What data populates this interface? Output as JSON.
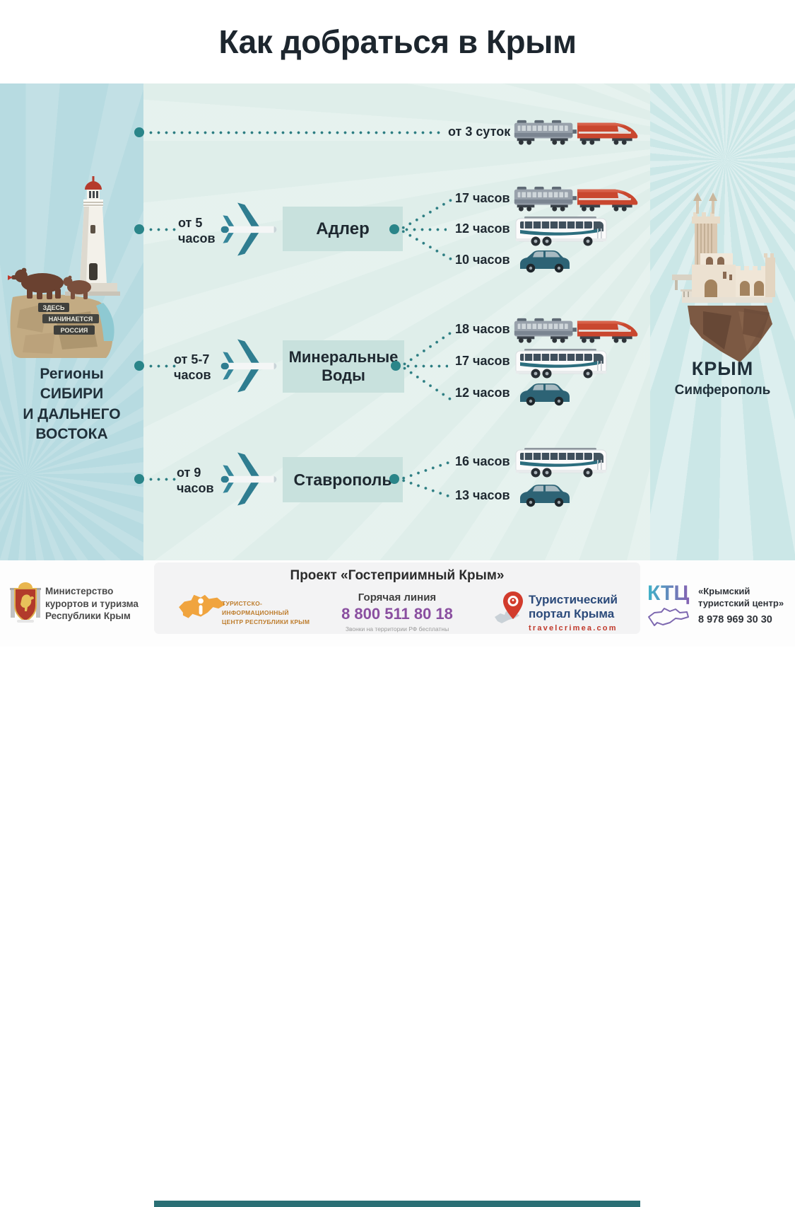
{
  "title": "Как добраться в Крым",
  "origin": {
    "lines": [
      "Регионы",
      "СИБИРИ",
      "И ДАЛЬНЕГО",
      "ВОСТОКА"
    ],
    "monument_sign": [
      "ЗДЕСЬ",
      "НАЧИНАЕТСЯ",
      "РОССИЯ"
    ]
  },
  "destination": {
    "region": "КРЫМ",
    "city": "Симферополь"
  },
  "direct_route": {
    "mode": "train",
    "duration": "от 3 суток"
  },
  "hubs": [
    {
      "city": "Адлер",
      "flight_lines": [
        "от 5",
        "часов"
      ],
      "legs": [
        {
          "mode": "train",
          "duration": "17 часов"
        },
        {
          "mode": "bus",
          "duration": "12 часов"
        },
        {
          "mode": "car",
          "duration": "10 часов"
        }
      ]
    },
    {
      "city": "Минеральные Воды",
      "city_lines": [
        "Минеральные",
        "Воды"
      ],
      "flight_lines": [
        "от 5-7",
        "часов"
      ],
      "legs": [
        {
          "mode": "train",
          "duration": "18 часов"
        },
        {
          "mode": "bus",
          "duration": "17 часов"
        },
        {
          "mode": "car",
          "duration": "12 часов"
        }
      ]
    },
    {
      "city": "Ставрополь",
      "flight_lines": [
        "от 9",
        "часов"
      ],
      "legs": [
        {
          "mode": "bus",
          "duration": "16 часов"
        },
        {
          "mode": "car",
          "duration": "13 часов"
        }
      ]
    }
  ],
  "footer": {
    "ministry": {
      "lines": [
        "Министерство",
        "курортов и туризма",
        "Республики Крым"
      ]
    },
    "project_title": "Проект «Гостеприимный Крым»",
    "tic": {
      "lines": [
        "ТУРИСТСКО-",
        "ИНФОРМАЦИОННЫЙ",
        "ЦЕНТР РЕСПУБЛИКИ КРЫМ"
      ]
    },
    "hotline": {
      "label": "Горячая линия",
      "phone": "8 800 511 80 18",
      "note": "Звонки на территории РФ бесплатны"
    },
    "portal": {
      "lines": [
        "Туристический",
        "портал Крыма"
      ],
      "site": "travelcrimea.com"
    },
    "ktc": {
      "abbr": "КТЦ",
      "lines": [
        "«Крымский",
        "туристский центр»"
      ],
      "phone": "8 978 969 30 30"
    }
  },
  "colors": {
    "accent_teal": "#2a8589",
    "phone_purple": "#8a4fa0",
    "portal_blue": "#2b4a7a",
    "site_red": "#c0392b",
    "tic_orange": "#f0a43e",
    "panel_blue": "#b7dbe1",
    "bg_mint": "#dfeeea"
  }
}
